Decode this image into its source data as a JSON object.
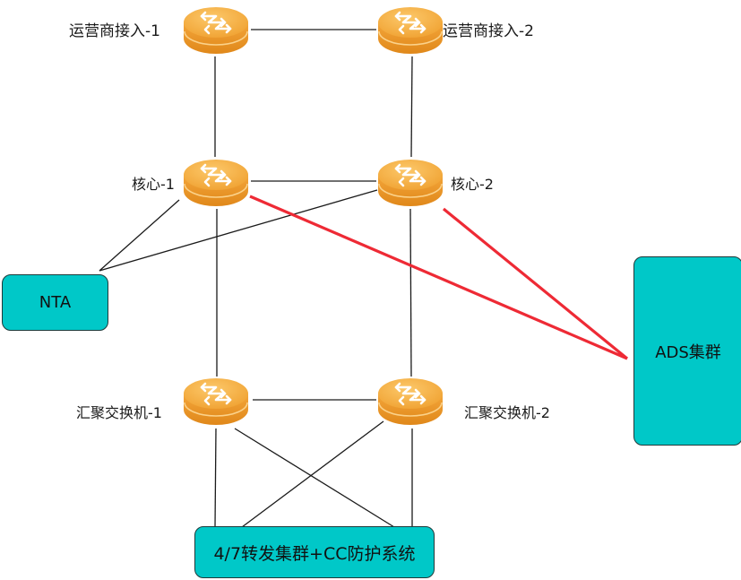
{
  "diagram": {
    "nodes": {
      "isp1": {
        "label": "运营商接入-1",
        "type": "router-icon"
      },
      "isp2": {
        "label": "运营商接入-2",
        "type": "router-icon"
      },
      "core1": {
        "label": "核心-1",
        "type": "router-icon"
      },
      "core2": {
        "label": "核心-2",
        "type": "router-icon"
      },
      "agg1": {
        "label": "汇聚交换机-1",
        "type": "router-icon"
      },
      "agg2": {
        "label": "汇聚交换机-2",
        "type": "router-icon"
      },
      "nta": {
        "label": "NTA",
        "type": "box"
      },
      "ads": {
        "label": "ADS集群",
        "type": "box"
      },
      "forward": {
        "label": "4/7转发集群+CC防护系统",
        "type": "box"
      }
    },
    "links": [
      {
        "from": "isp1",
        "to": "isp2",
        "color": "#1a1a1a"
      },
      {
        "from": "isp1",
        "to": "core1",
        "color": "#1a1a1a"
      },
      {
        "from": "isp2",
        "to": "core2",
        "color": "#1a1a1a"
      },
      {
        "from": "core1",
        "to": "core2",
        "color": "#1a1a1a"
      },
      {
        "from": "core1",
        "to": "nta",
        "color": "#1a1a1a"
      },
      {
        "from": "core2",
        "to": "nta",
        "color": "#1a1a1a"
      },
      {
        "from": "core1",
        "to": "agg1",
        "color": "#1a1a1a"
      },
      {
        "from": "core2",
        "to": "agg2",
        "color": "#1a1a1a"
      },
      {
        "from": "core1",
        "to": "ads",
        "color": "#ee2a35"
      },
      {
        "from": "core2",
        "to": "ads",
        "color": "#ee2a35"
      },
      {
        "from": "agg1",
        "to": "agg2",
        "color": "#1a1a1a"
      },
      {
        "from": "agg1",
        "to": "forward",
        "color": "#1a1a1a"
      },
      {
        "from": "agg1",
        "to": "forward",
        "color": "#1a1a1a"
      },
      {
        "from": "agg2",
        "to": "forward",
        "color": "#1a1a1a"
      },
      {
        "from": "agg2",
        "to": "forward",
        "color": "#1a1a1a"
      }
    ],
    "colors": {
      "router": "#f0a030",
      "box_fill": "#00c8c8",
      "highlight_link": "#ee2a35",
      "link": "#1a1a1a"
    }
  }
}
